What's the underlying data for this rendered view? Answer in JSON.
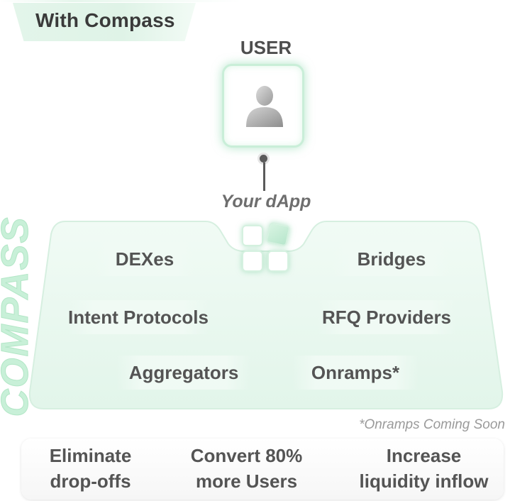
{
  "header": {
    "title": "With Compass"
  },
  "user": {
    "label": "USER",
    "icon": "user-avatar-icon"
  },
  "dapp": {
    "label": "Your dApp",
    "icon": "dapp-cubes-icon"
  },
  "compass": {
    "watermark": "COMPASS",
    "providers": {
      "dexes": "DEXes",
      "bridges": "Bridges",
      "intent": "Intent Protocols",
      "rfq": "RFQ Providers",
      "aggregators": "Aggregators",
      "onramps": "Onramps*"
    },
    "footnote": "*Onramps Coming Soon"
  },
  "benefits": [
    {
      "line1": "Eliminate",
      "line2": "drop-offs"
    },
    {
      "line1": "Convert 80%",
      "line2": "more Users"
    },
    {
      "line1": "Increase",
      "line2": "liquidity inflow"
    }
  ],
  "colors": {
    "accent_green": "#c8f0d8",
    "panel_fill": "#e9f8ef",
    "text_dark": "#4a4a4a"
  }
}
